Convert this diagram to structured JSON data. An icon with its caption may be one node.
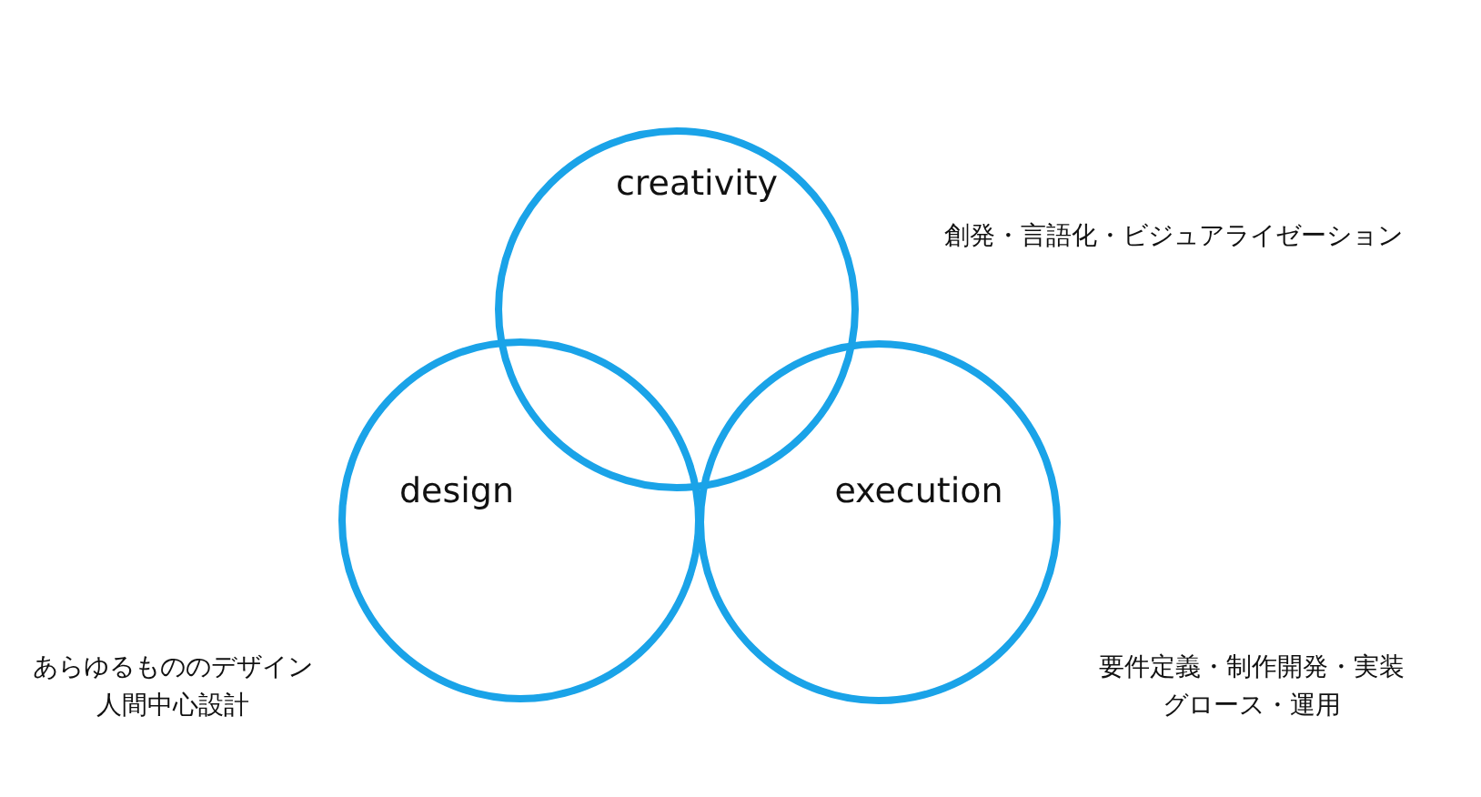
{
  "diagram": {
    "nodes": [
      {
        "text": [
          "creativity"
        ],
        "beside": [
          "創発・言語化・ビジュアライゼーション"
        ]
      },
      {
        "text": [
          "design"
        ],
        "beside": [
          "あらゆるもののデザイン",
          "人間中心設計"
        ]
      },
      {
        "text": [
          "execution"
        ],
        "beside": [
          "要件定義・制作開発・実装",
          "グロース・運用"
        ]
      }
    ]
  }
}
